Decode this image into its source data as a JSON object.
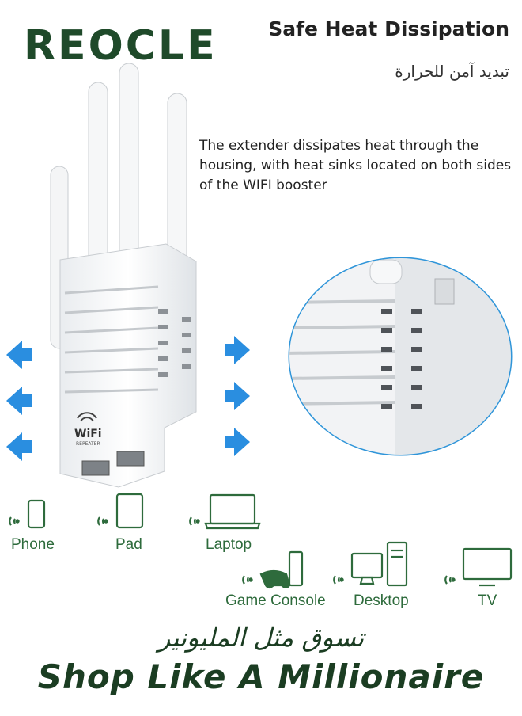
{
  "brand": {
    "logo_text": "REOCLE"
  },
  "header": {
    "title": "Safe Heat Dissipation",
    "subtitle_ar": "تبديد آمن للحرارة"
  },
  "description": "The extender dissipates heat through the housing, with heat sinks located on both sides of the WIFI booster",
  "product": {
    "badge_wifi": "WiFi",
    "badge_sub": "REPEATER"
  },
  "devices": {
    "row1": [
      {
        "label": "Phone",
        "icon": "phone-icon"
      },
      {
        "label": "Pad",
        "icon": "tablet-icon"
      },
      {
        "label": "Laptop",
        "icon": "laptop-icon"
      }
    ],
    "row2": [
      {
        "label": "Game Console",
        "icon": "game-console-icon"
      },
      {
        "label": "Desktop",
        "icon": "desktop-icon"
      },
      {
        "label": "TV",
        "icon": "tv-icon"
      }
    ]
  },
  "slogan": {
    "arabic": "تسوق مثل المليونير",
    "english": "Shop Like A Millionaire"
  },
  "colors": {
    "brand_green": "#1f4a2a",
    "arrow_blue": "#2a8ee0",
    "icon_green": "#2e6b3c",
    "circle_blue": "#2f95d9"
  }
}
